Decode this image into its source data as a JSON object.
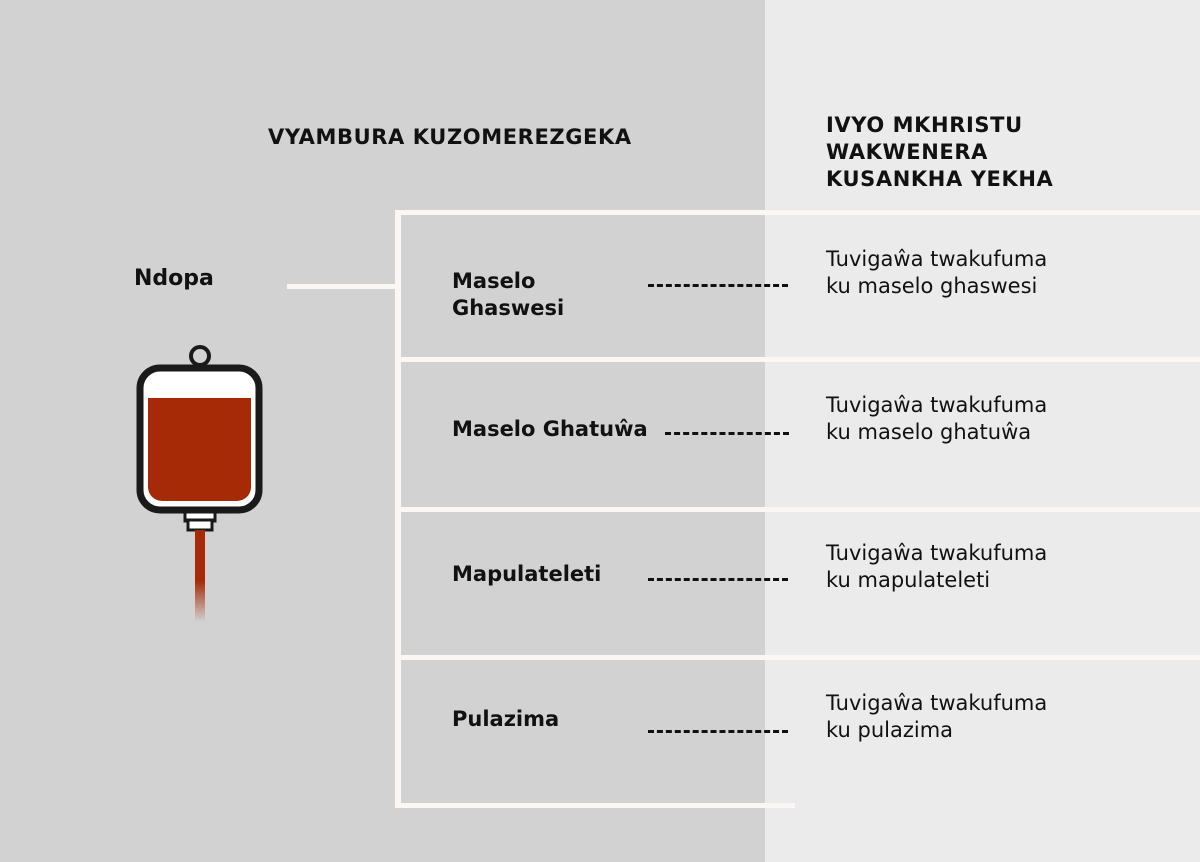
{
  "colors": {
    "left_background": "#d2d2d2",
    "right_background": "#ebebeb",
    "frame_lines": "#fbf8f3",
    "blood": "#a52a05",
    "bag_outline": "#1a1a1a",
    "text": "#111111"
  },
  "heading_left": "VYAMBURA KUZOMEREZGEKA",
  "heading_right": [
    "IVYO MKHRISTU",
    "WAKWENERA",
    "KUSANKHA YEKHA"
  ],
  "source_label": "Ndopa",
  "icons": [
    "blood-bag-icon"
  ],
  "rows": [
    {
      "label": "Maselo\nGhaswesi",
      "description": [
        "Tuvigaŵa twakufuma",
        "ku maselo ghaswesi"
      ]
    },
    {
      "label": "Maselo Ghatuŵa",
      "description": [
        "Tuvigaŵa twakufuma",
        "ku maselo ghatuŵa"
      ]
    },
    {
      "label": "Mapulateleti",
      "description": [
        "Tuvigaŵa twakufuma",
        "ku mapulateleti"
      ]
    },
    {
      "label": "Pulazima",
      "description": [
        "Tuvigaŵa twakufuma",
        "ku pulazima"
      ]
    }
  ]
}
